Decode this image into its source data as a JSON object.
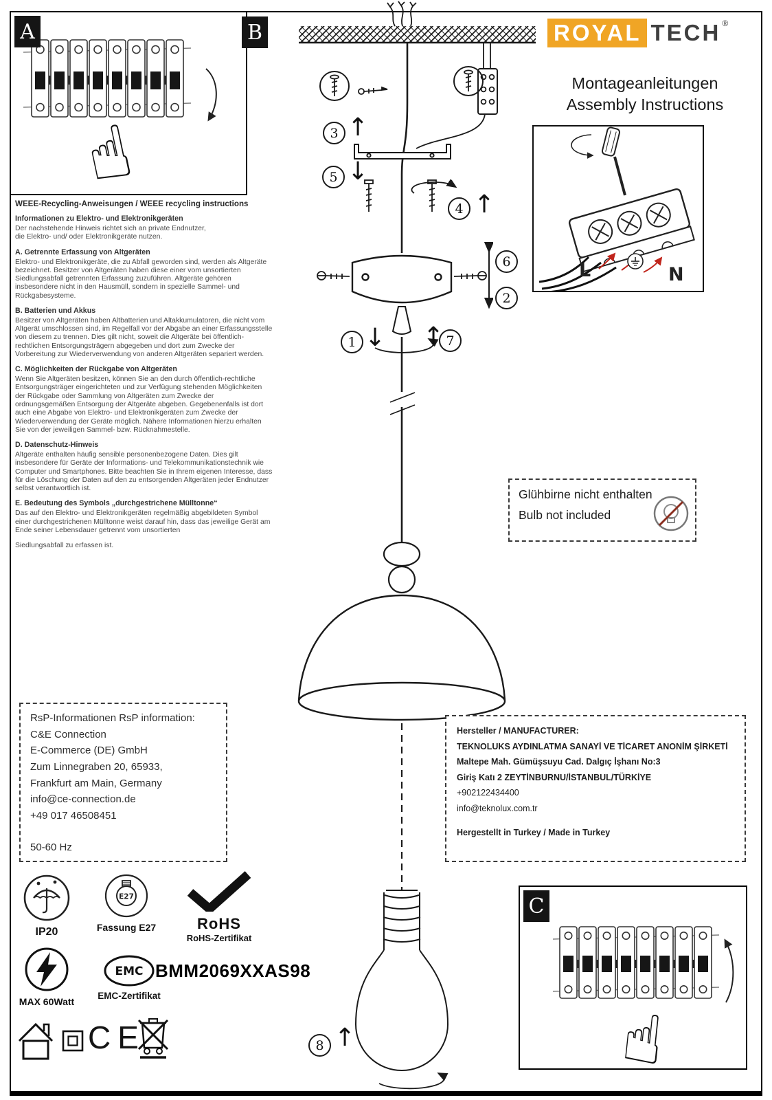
{
  "panels": {
    "a": "A",
    "b": "B",
    "c": "C"
  },
  "header": {
    "brand_primary": "ROYAL",
    "brand_secondary": "TECH",
    "brand_reg": "®",
    "title_de": "Montageanleitungen",
    "title_en": "Assembly Instructions"
  },
  "colors": {
    "brand_yellow": "#F0A525",
    "arrow_red": "#C0251C",
    "ink": "#1A1A1A"
  },
  "steps": [
    "1",
    "2",
    "3",
    "4",
    "5",
    "6",
    "7",
    "8"
  ],
  "terminal_labels": {
    "live": "L",
    "neutral": "N"
  },
  "icons": {
    "pointing_hand": "☝",
    "up_arrow": "↑",
    "down_arrow": "↓"
  },
  "weee": {
    "title": "WEEE-Recycling-Anweisungen / WEEE recycling instructions",
    "sections": [
      {
        "heading": "Informationen zu Elektro- und Elektronikgeräten",
        "body": "Der nachstehende Hinweis richtet sich an private Endnutzer,\ndie Elektro- und/ oder Elektronikgeräte nutzen."
      },
      {
        "heading": "A. Getrennte Erfassung von Altgeräten",
        "body": "Elektro- und Elektronikgeräte, die zu Abfall geworden sind, werden als Altgeräte bezeichnet. Besitzer von Altgeräten haben diese einer vom unsortierten Siedlungsabfall getrennten Erfassung zuzuführen. Altgeräte gehören insbesondere nicht in den Hausmüll, sondern in spezielle Sammel- und Rückgabesysteme."
      },
      {
        "heading": "B. Batterien und Akkus",
        "body": "Besitzer von Altgeräten haben Altbatterien und Altakkumulatoren, die nicht vom Altgerät umschlossen sind, im Regelfall vor der Abgabe an einer Erfassungsstelle von diesem zu trennen. Dies gilt nicht, soweit die Altgeräte bei öffentlich-rechtlichen Entsorgungsträgern abgegeben und dort zum Zwecke der Vorbereitung zur Wiederverwendung von anderen Altgeräten separiert werden."
      },
      {
        "heading": "C. Möglichkeiten der Rückgabe von Altgeräten",
        "body": "Wenn Sie Altgeräten besitzen, können Sie an den durch öffentlich-rechtliche Entsorgungsträger eingerichteten und zur Verfügung stehenden Möglichkeiten der Rückgabe oder Sammlung von Altgeräten zum Zwecke der ordnungsgemäßen Entsorgung der Altgeräte abgeben. Gegebenenfalls ist dort auch eine Abgabe von Elektro- und Elektronikgeräten zum Zwecke der Wiederverwendung der Geräte möglich. Nähere Informationen hierzu erhalten Sie von der jeweiligen Sammel- bzw. Rücknahmestelle."
      },
      {
        "heading": "D. Datenschutz-Hinweis",
        "body": "Altgeräte enthalten häufig sensible personenbezogene Daten. Dies gilt insbesondere für Geräte der Informations- und Telekommunikationstechnik wie Computer und Smartphones. Bitte beachten Sie in Ihrem eigenen Interesse, dass für die Löschung der Daten auf den zu entsorgenden Altgeräten jeder Endnutzer selbst verantwortlich ist."
      },
      {
        "heading": "E. Bedeutung des Symbols „durchgestrichene Mülltonne“",
        "body": "Das auf den Elektro- und Elektronikgeräten regelmäßig abgebildeten Symbol einer durchgestrichenen Mülltonne weist darauf hin, dass das jeweilige Gerät am Ende seiner Lebensdauer getrennt vom unsortierten"
      }
    ],
    "footer": "Siedlungsabfall zu erfassen ist."
  },
  "bulb_notice": {
    "de": "Glühbirne nicht enthalten",
    "en": "Bulb not included"
  },
  "rsp": {
    "title": "RsP-Informationen RsP information:",
    "lines": [
      "C&E Connection",
      "E-Commerce (DE) GmbH",
      "Zum Linnegraben 20, 65933,",
      "Frankfurt am Main, Germany",
      "info@ce-connection.de",
      "+49 017 46508451"
    ],
    "freq": "50-60 Hz"
  },
  "manufacturer": {
    "title": "Hersteller / MANUFACTURER:",
    "lines": [
      "TEKNOLUKS AYDINLATMA SANAYİ VE TİCARET ANONİM ŞİRKETİ",
      "Maltepe Mah. Gümüşsuyu Cad. Dalgıç İşhanı No:3",
      "Giriş Katı 2 ZEYTİNBURNU/İSTANBUL/TÜRKİYE",
      "+902122434400",
      "info@teknolux.com.tr"
    ],
    "footer": "Hergestellt in Turkey / Made in Turkey"
  },
  "certifications": {
    "ip_rating": "IP20",
    "socket_short": "E27",
    "socket_label": "Fassung E27",
    "rohs_title": "RoHS",
    "rohs_subtitle": "RoHS-Zertifikat",
    "max_wattage": "MAX 60Watt",
    "emc_title": "EMC",
    "emc_subtitle": "EMC-Zertifikat",
    "model_number": "BMM2069XXAS98",
    "ce_mark": "CE"
  }
}
